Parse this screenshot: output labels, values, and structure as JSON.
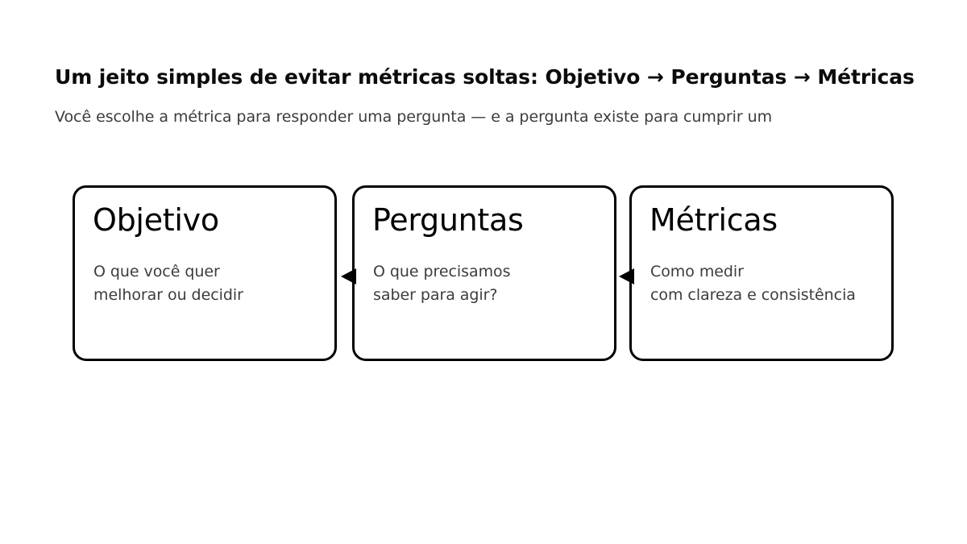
{
  "slide": {
    "background_color": "#ffffff",
    "headline": "Um jeito simples de evitar métricas soltas: Objetivo → Perguntas → Métricas",
    "subheadline": "Você escolhe a métrica para responder uma pergunta — e a pergunta existe para cumprir um"
  },
  "colors": {
    "headline": "#0b0b0b",
    "subheadline": "#3c3c3c",
    "card_border": "#000000",
    "card_fill": "#ffffff",
    "card_title": "#000000",
    "card_body": "#3c3c3c",
    "arrow": "#000000"
  },
  "diagram": {
    "type": "flow",
    "direction": "left-pointing-connectors",
    "cards": [
      {
        "id": "objetivo",
        "title": "Objetivo",
        "body": "O que você quer\nmelhorar ou decidir",
        "body_lines": [
          "O que você quer",
          "melhorar ou decidir"
        ]
      },
      {
        "id": "perguntas",
        "title": "Perguntas",
        "body": "O que precisamos\nsaber para agir?",
        "body_lines": [
          "O que precisamos",
          "saber para agir?"
        ]
      },
      {
        "id": "metricas",
        "title": "Métricas",
        "body": "Como medir\ncom clareza e consistência",
        "body_lines": [
          "Como medir",
          "com clareza e consistência"
        ]
      }
    ],
    "connectors": [
      {
        "id": "connector-objetivo-perguntas",
        "from": "perguntas",
        "to": "objetivo",
        "marker": "triangle-left"
      },
      {
        "id": "connector-perguntas-metricas",
        "from": "metricas",
        "to": "perguntas",
        "marker": "triangle-left"
      }
    ]
  }
}
